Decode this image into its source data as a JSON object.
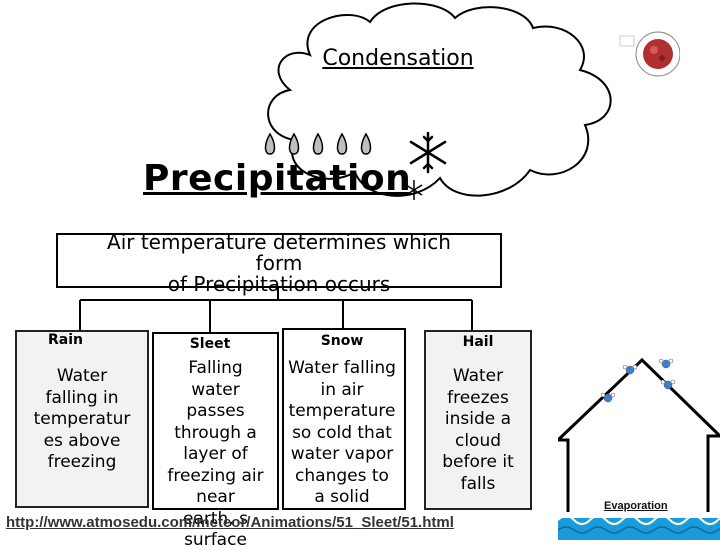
{
  "cloud": {
    "label": "Condensation"
  },
  "title": "Precipitation",
  "question": "Air temperature determines which\nform\nof Precipitation occurs",
  "columns": [
    {
      "id": "rain",
      "title": "Rain",
      "text": "Water\nfalling in\ntemperatur\nes above\nfreezing"
    },
    {
      "id": "sleet",
      "title": "Sleet",
      "text": "Falling\nwater\npasses\nthrough a\nlayer of\nfreezing air\nnear\nearth, s\nsurface"
    },
    {
      "id": "snow",
      "title": "Snow",
      "text": "Water falling\nin air\ntemperature\nso cold that\nwater vapor\nchanges to\na solid"
    },
    {
      "id": "hail",
      "title": "Hail",
      "text": "Water\nfreezes\ninside a\ncloud\nbefore it\nfalls"
    }
  ],
  "source_url": "http://www.atmosedu.com/meteor/Animations/51_Sleet/51.html",
  "evaporation_label": "Evaporation",
  "colors": {
    "water": "#1b9bd7",
    "molecule": "#3a7fd0",
    "hail_ball": "#b03030"
  }
}
